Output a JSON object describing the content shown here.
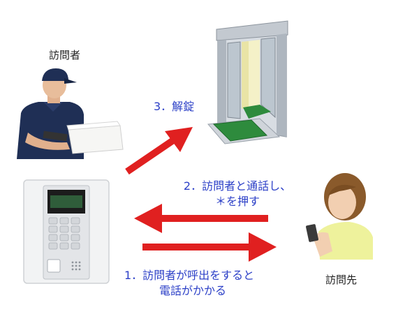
{
  "labels": {
    "visitor": "訪問者",
    "destination": "訪問先"
  },
  "steps": {
    "step1_line1": "1．訪問者が呼出をすると",
    "step1_line2": "電話がかかる",
    "step2_line1": "2．訪問者と通話し、",
    "step2_line2": "＊を押す",
    "step3": "3．解錠"
  },
  "colors": {
    "arrow": "#e02020",
    "step_text": "#2b3fc7",
    "mat_green": "#2e8b3d",
    "door_light": "#f4f1c8"
  },
  "icons": {
    "visitor": "delivery-person-icon",
    "intercom": "intercom-panel-icon",
    "door": "automatic-door-icon",
    "destination": "smartphone-user-icon"
  }
}
